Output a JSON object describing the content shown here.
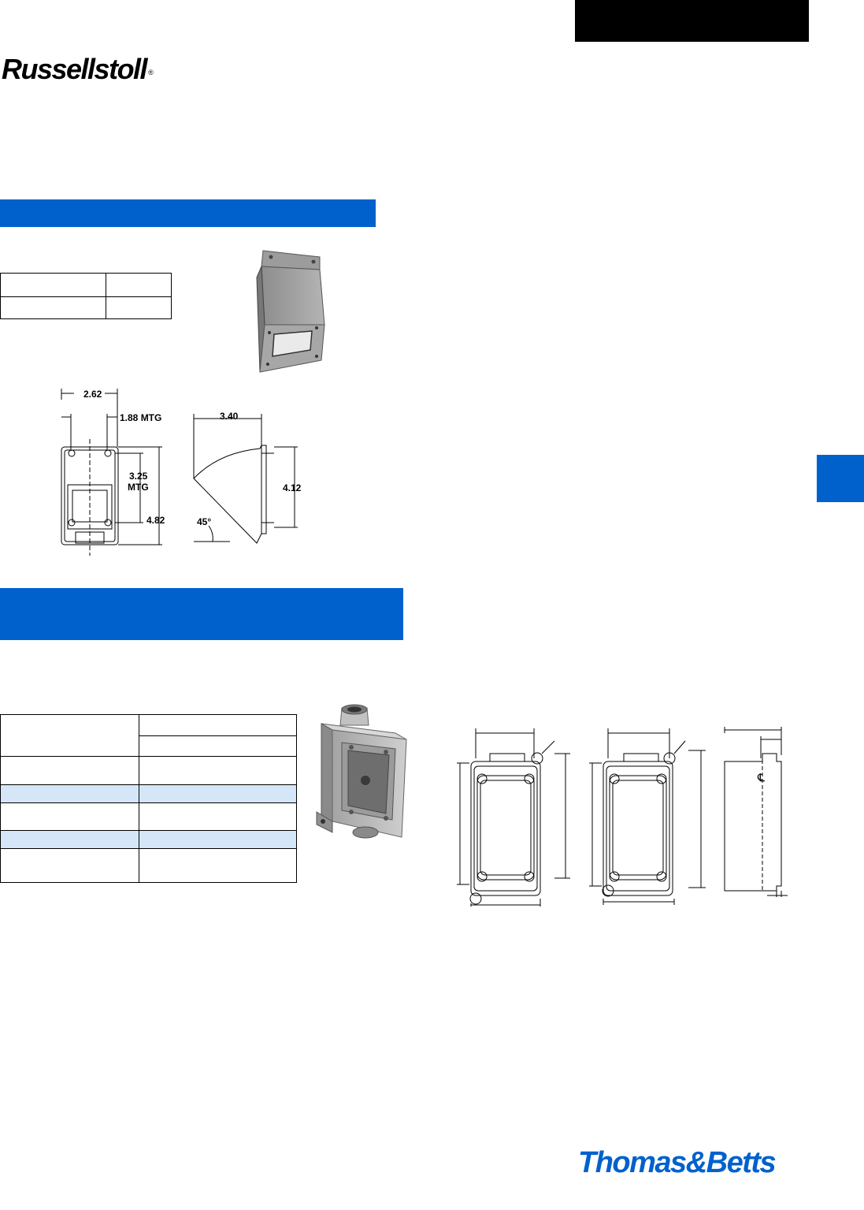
{
  "brand": {
    "name": "Russellstoll",
    "registered": "®"
  },
  "footer": {
    "logo": "Thomas&Betts"
  },
  "colors": {
    "accent": "#0061cc",
    "row_shade": "#d4e6f8",
    "header_bar": "#000000"
  },
  "section1": {
    "dimensions": {
      "width": "2.62",
      "mtg_width": "1.88 MTG",
      "mtg_height_value": "3.25",
      "mtg_height_unit": "MTG",
      "height": "4.82",
      "depth": "3.40",
      "side_height": "4.12",
      "angle": "45°"
    }
  },
  "section2": {
    "drawing_labels": {
      "centerline": "℄"
    }
  }
}
